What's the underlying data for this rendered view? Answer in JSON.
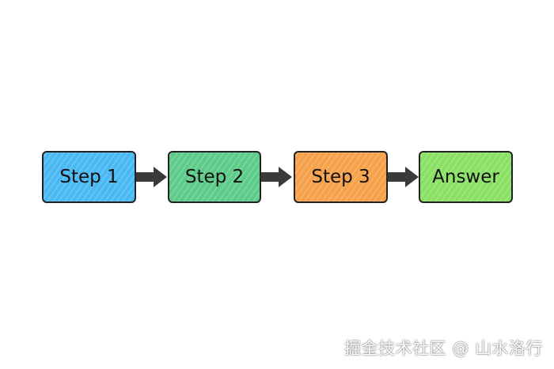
{
  "diagram": {
    "steps": [
      {
        "label": "Step 1",
        "color": "#4ab8f3"
      },
      {
        "label": "Step 2",
        "color": "#5dcc8a"
      },
      {
        "label": "Step 3",
        "color": "#f7a24b"
      },
      {
        "label": "Answer",
        "color": "#8be166"
      }
    ],
    "arrow_color": "#3a3a3a"
  },
  "watermark": "掘金技术社区 @ 山水洛行"
}
